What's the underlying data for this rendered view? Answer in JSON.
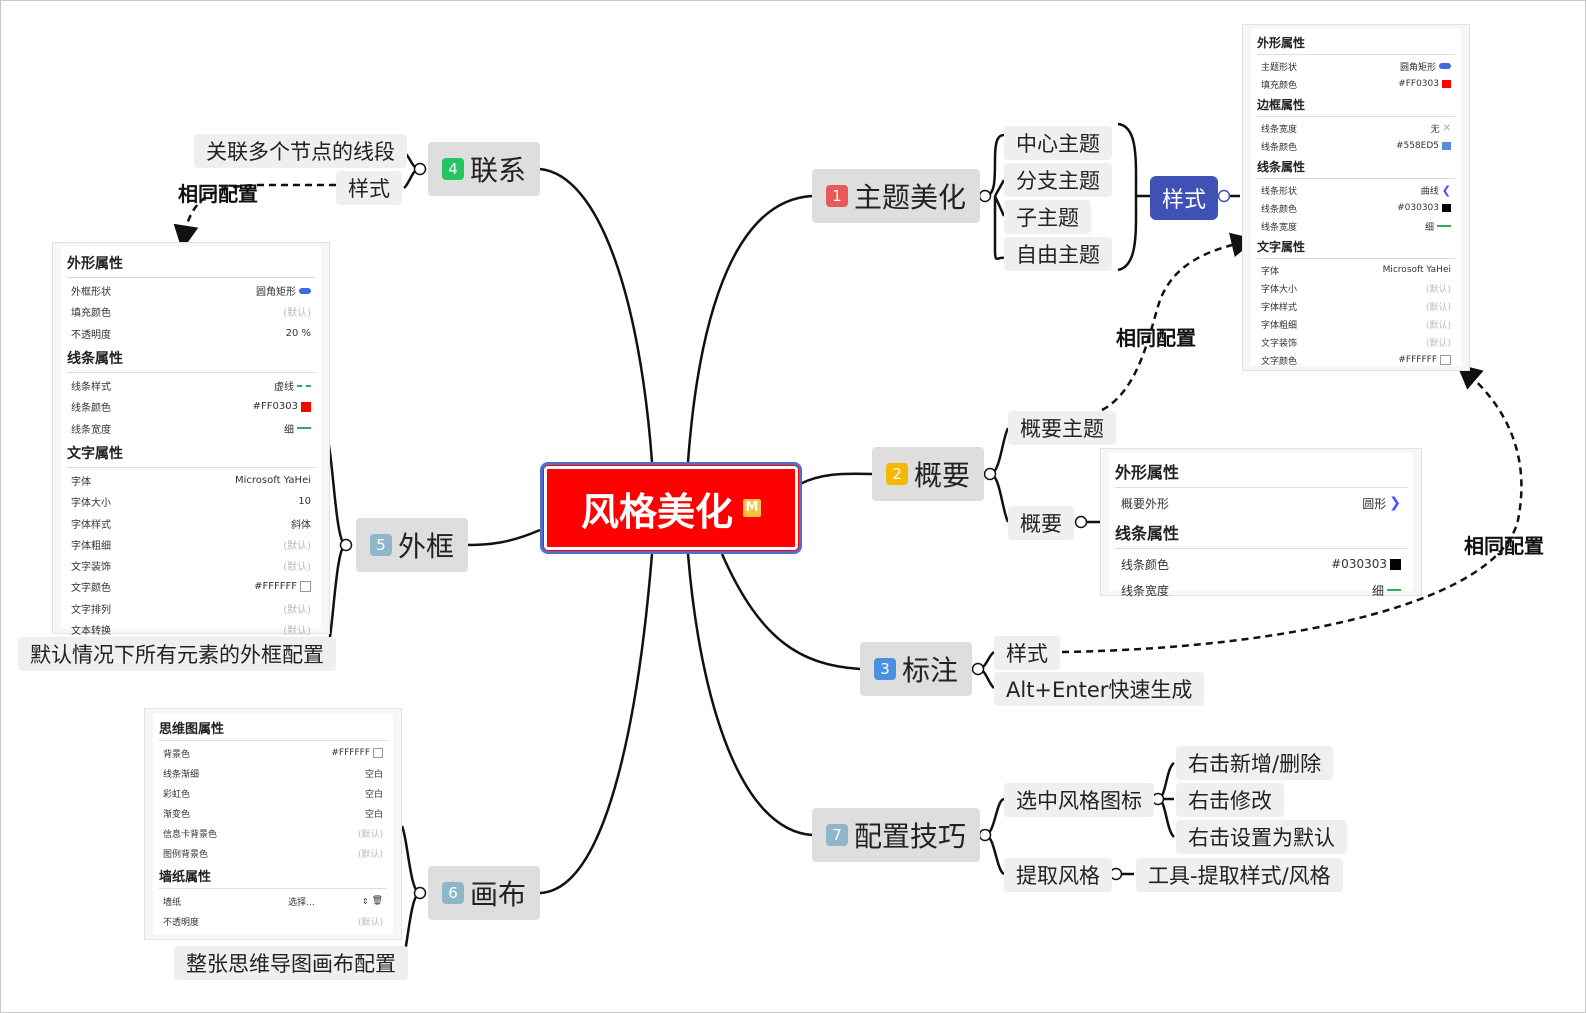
{
  "central": {
    "title": "风格美化",
    "marker": "M"
  },
  "colors": {
    "central_fill": "#FF0000",
    "central_border": "#4E6FC9",
    "style_node": "#3F51B5",
    "num1": "#E85A5A",
    "num2": "#F5B700",
    "num3": "#4A90E2",
    "num4": "#22C55E",
    "num5": "#8FB6C8",
    "num6": "#8FB6C8",
    "num7": "#8FB6C8"
  },
  "branches": [
    {
      "num": "1",
      "label": "主题美化"
    },
    {
      "num": "2",
      "label": "概要"
    },
    {
      "num": "3",
      "label": "标注"
    },
    {
      "num": "4",
      "label": "联系"
    },
    {
      "num": "5",
      "label": "外框"
    },
    {
      "num": "6",
      "label": "画布"
    },
    {
      "num": "7",
      "label": "配置技巧"
    }
  ],
  "b1": {
    "children": [
      "中心主题",
      "分支主题",
      "子主题",
      "自由主题"
    ],
    "style": "样式"
  },
  "b2": {
    "children": [
      "概要主题",
      "概要"
    ]
  },
  "b3": {
    "children": [
      "样式",
      "Alt+Enter快速生成"
    ]
  },
  "b4": {
    "children": [
      "关联多个节点的线段",
      "样式"
    ]
  },
  "b5": {
    "children": [
      "默认情况下所有元素的外框配置"
    ]
  },
  "b6": {
    "children": [
      "整张思维导图画布配置"
    ]
  },
  "b7": {
    "children": [
      "选中风格图标",
      "提取风格"
    ],
    "select_children": [
      "右击新增/删除",
      "右击修改",
      "右击设置为默认"
    ],
    "extract_children": [
      "工具-提取样式/风格"
    ]
  },
  "same_config": "相同配置",
  "panel1": {
    "s1": "外形属性",
    "r1": [
      "主题形状",
      "圆角矩形"
    ],
    "r2": [
      "填充颜色",
      "#FF0303"
    ],
    "s2": "边框属性",
    "r3": [
      "线条宽度",
      "无"
    ],
    "r4": [
      "线条颜色",
      "#558ED5"
    ],
    "s3": "线条属性",
    "r5": [
      "线条形状",
      "曲线"
    ],
    "r6": [
      "线条颜色",
      "#030303"
    ],
    "r7": [
      "线条宽度",
      "细"
    ],
    "s4": "文字属性",
    "r8": [
      "字体",
      "Microsoft YaHei"
    ],
    "r9": [
      "字体大小",
      "(默认)"
    ],
    "r10": [
      "字体样式",
      "(默认)"
    ],
    "r11": [
      "字体粗细",
      "(默认)"
    ],
    "r12": [
      "文字装饰",
      "(默认)"
    ],
    "r13": [
      "文字颜色",
      "#FFFFFF"
    ]
  },
  "panel2": {
    "s1": "外形属性",
    "r1": [
      "概要外形",
      "圆形"
    ],
    "s2": "线条属性",
    "r2": [
      "线条颜色",
      "#030303"
    ],
    "r3": [
      "线条宽度",
      "细"
    ]
  },
  "panel5": {
    "s1": "外形属性",
    "r1": [
      "外框形状",
      "圆角矩形"
    ],
    "r2": [
      "填充颜色",
      "(默认)"
    ],
    "r3": [
      "不透明度",
      "20 %"
    ],
    "s2": "线条属性",
    "r4": [
      "线条样式",
      "虚线"
    ],
    "r5": [
      "线条颜色",
      "#FF0303"
    ],
    "r6": [
      "线条宽度",
      "细"
    ],
    "s3": "文字属性",
    "r7": [
      "字体",
      "Microsoft YaHei"
    ],
    "r8": [
      "字体大小",
      "10"
    ],
    "r9": [
      "字体样式",
      "斜体"
    ],
    "r10": [
      "字体粗细",
      "(默认)"
    ],
    "r11": [
      "文字装饰",
      "(默认)"
    ],
    "r12": [
      "文字颜色",
      "#FFFFFF"
    ],
    "r13": [
      "文字排列",
      "(默认)"
    ],
    "r14": [
      "文本转换",
      "(默认)"
    ]
  },
  "panel6": {
    "s1": "思维图属性",
    "r1": [
      "背景色",
      "#FFFFFF"
    ],
    "r2": [
      "线条渐细",
      "空白"
    ],
    "r3": [
      "彩虹色",
      "空白"
    ],
    "r4": [
      "渐变色",
      "空白"
    ],
    "r5": [
      "信息卡背景色",
      "(默认)"
    ],
    "r6": [
      "图例背景色",
      "(默认)"
    ],
    "s2": "墙纸属性",
    "r7": [
      "墙纸",
      "选择..."
    ],
    "r8": [
      "不透明度",
      "(默认)"
    ]
  }
}
